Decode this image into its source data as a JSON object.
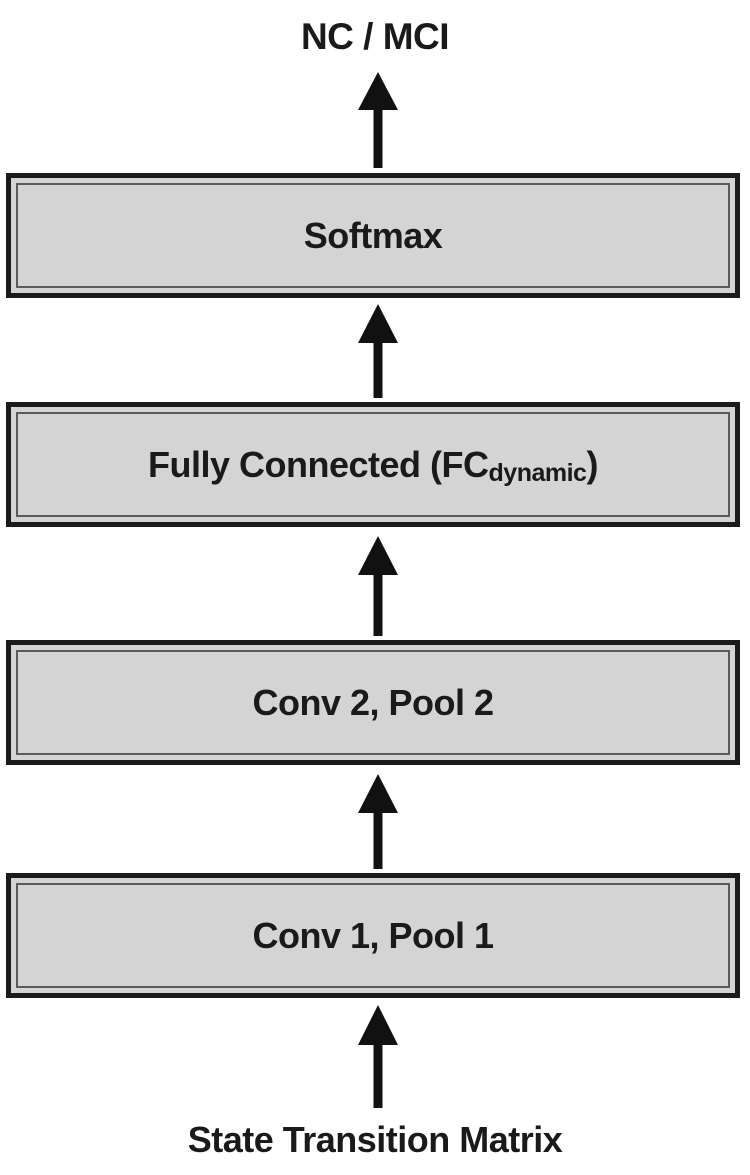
{
  "output_label": "NC / MCI",
  "input_label": "State Transition Matrix",
  "layers": {
    "softmax": {
      "label": "Softmax"
    },
    "fc": {
      "label": "Fully Connected (FC",
      "subscript": "dynamic",
      "suffix": ")"
    },
    "conv2": {
      "label": "Conv 2, Pool 2"
    },
    "conv1": {
      "label": "Conv 1, Pool 1"
    }
  },
  "colors": {
    "box_fill": "#d4d4d4",
    "box_border": "#1b1b1b",
    "arrow": "#111111"
  }
}
